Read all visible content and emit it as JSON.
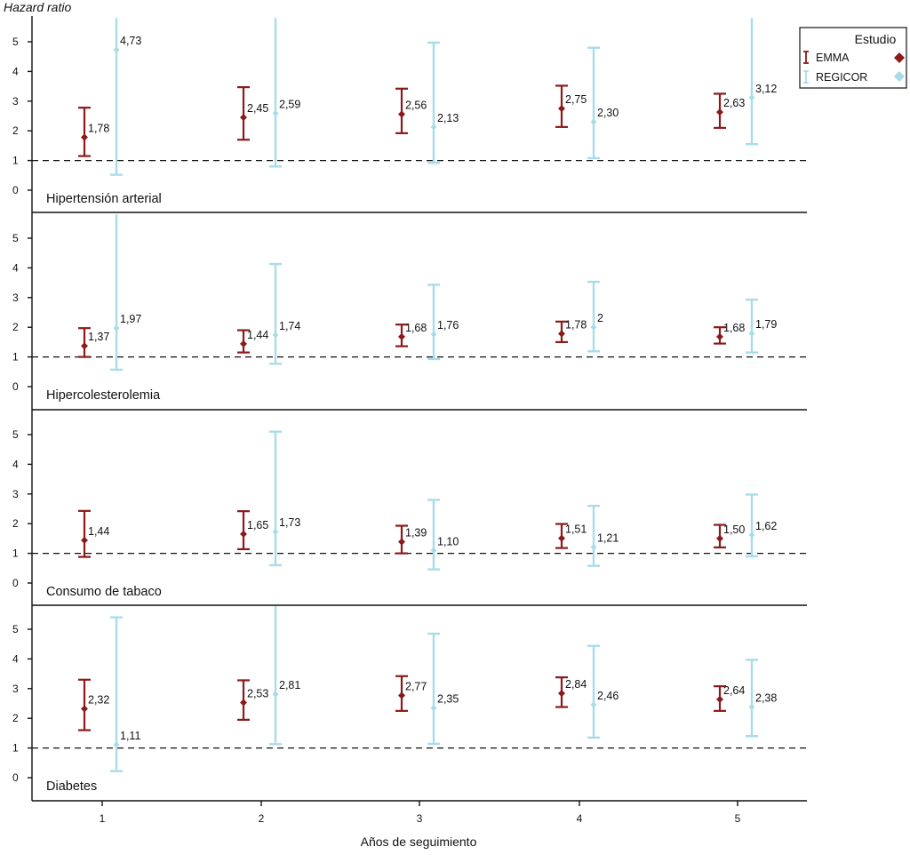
{
  "chart_data": {
    "type": "scatter",
    "subtype": "forest-errorbar-facets",
    "ylabel": "Hazard ratio",
    "xlabel": "Años de seguimiento",
    "x_ticks": [
      "1",
      "2",
      "3",
      "4",
      "5"
    ],
    "y_ticks": [
      "0",
      "1",
      "2",
      "3",
      "4",
      "5"
    ],
    "ylim": [
      -0.7,
      5.8
    ],
    "reference_line": 1,
    "grid": false,
    "legend": {
      "title": "Estudio",
      "position": "top-right",
      "entries": [
        {
          "name": "EMMA",
          "color": "#8b1a1a"
        },
        {
          "name": "REGICOR",
          "color": "#a8dcea"
        }
      ]
    },
    "panels": [
      {
        "title": "Hipertensión arterial",
        "series": [
          {
            "name": "EMMA",
            "values": [
              1.78,
              2.45,
              2.56,
              2.75,
              2.63
            ],
            "labels": [
              "1,78",
              "2,45",
              "2,56",
              "2,75",
              "2,63"
            ],
            "lower": [
              1.15,
              1.7,
              1.92,
              2.13,
              2.1
            ],
            "upper": [
              2.78,
              3.47,
              3.42,
              3.52,
              3.25
            ]
          },
          {
            "name": "REGICOR",
            "values": [
              4.73,
              2.59,
              2.13,
              2.3,
              3.12
            ],
            "labels": [
              "4,73",
              "2,59",
              "2,13",
              "2,30",
              "3,12"
            ],
            "lower": [
              0.52,
              0.8,
              0.92,
              1.08,
              1.55
            ],
            "upper": [
              5.8,
              5.8,
              4.97,
              4.8,
              5.8
            ]
          }
        ]
      },
      {
        "title": "Hipercolesterolemia",
        "series": [
          {
            "name": "EMMA",
            "values": [
              1.37,
              1.44,
              1.68,
              1.78,
              1.68
            ],
            "labels": [
              "1,37",
              "1,44",
              "1,68",
              "1,78",
              "1,68"
            ],
            "lower": [
              1.0,
              1.15,
              1.36,
              1.5,
              1.45
            ],
            "upper": [
              1.97,
              1.9,
              2.09,
              2.19,
              2.0
            ]
          },
          {
            "name": "REGICOR",
            "values": [
              1.97,
              1.74,
              1.76,
              2.0,
              1.79
            ],
            "labels": [
              "1,97",
              "1,74",
              "1,76",
              "2",
              "1,79"
            ],
            "lower": [
              0.57,
              0.77,
              0.93,
              1.19,
              1.15
            ],
            "upper": [
              5.8,
              4.13,
              3.43,
              3.53,
              2.93
            ]
          }
        ]
      },
      {
        "title": "Consumo de tabaco",
        "series": [
          {
            "name": "EMMA",
            "values": [
              1.44,
              1.65,
              1.39,
              1.51,
              1.5
            ],
            "labels": [
              "1,44",
              "1,65",
              "1,39",
              "1,51",
              "1,50"
            ],
            "lower": [
              0.88,
              1.14,
              1.0,
              1.18,
              1.2
            ],
            "upper": [
              2.43,
              2.42,
              1.93,
              1.99,
              1.96
            ]
          },
          {
            "name": "REGICOR",
            "values": [
              null,
              1.73,
              1.1,
              1.21,
              1.62
            ],
            "labels": [
              null,
              "1,73",
              "1,10",
              "1,21",
              "1,62"
            ],
            "lower": [
              null,
              0.6,
              0.46,
              0.58,
              0.9
            ],
            "upper": [
              null,
              5.1,
              2.8,
              2.6,
              2.98
            ]
          }
        ]
      },
      {
        "title": "Diabetes",
        "series": [
          {
            "name": "EMMA",
            "values": [
              2.32,
              2.53,
              2.77,
              2.84,
              2.64
            ],
            "labels": [
              "2,32",
              "2,53",
              "2,77",
              "2,84",
              "2,64"
            ],
            "lower": [
              1.6,
              1.95,
              2.25,
              2.38,
              2.25
            ],
            "upper": [
              3.3,
              3.28,
              3.42,
              3.38,
              3.08
            ]
          },
          {
            "name": "REGICOR",
            "values": [
              1.11,
              2.81,
              2.35,
              2.46,
              2.38
            ],
            "labels": [
              "1,11",
              "2,81",
              "2,35",
              "2,46",
              "2,38"
            ],
            "lower": [
              0.22,
              1.13,
              1.14,
              1.35,
              1.4
            ],
            "upper": [
              5.4,
              5.8,
              4.85,
              4.44,
              3.97
            ]
          }
        ]
      }
    ]
  }
}
